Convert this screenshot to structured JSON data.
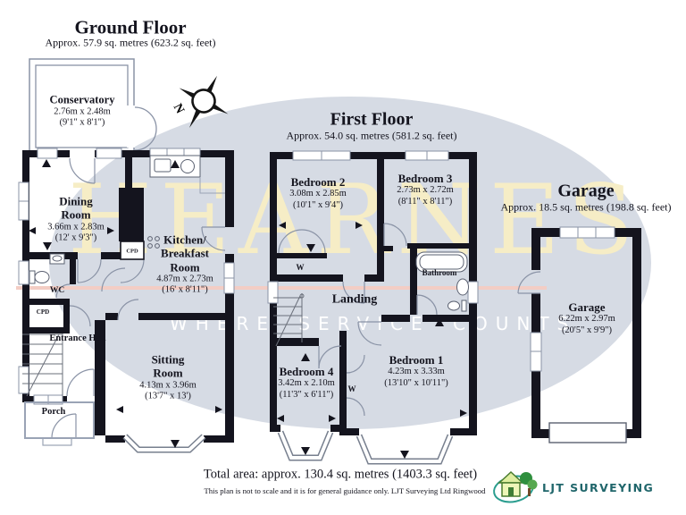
{
  "watermark": {
    "brand": "HEARNES",
    "tagline": "WHERE SERVICE COUNTS",
    "brand_color": "#f6edc6",
    "ellipse_color": "#d6dbe4",
    "underline_color": "#f3cdc4"
  },
  "sections": {
    "ground": {
      "title": "Ground Floor",
      "subtitle": "Approx. 57.9 sq. metres (623.2 sq. feet)"
    },
    "first": {
      "title": "First Floor",
      "subtitle": "Approx. 54.0 sq. metres (581.2 sq. feet)"
    },
    "garage": {
      "title": "Garage",
      "subtitle": "Approx. 18.5 sq. metres (198.8 sq. feet)"
    }
  },
  "rooms": {
    "conservatory": {
      "name": "Conservatory",
      "metric": "2.76m x 2.48m",
      "imperial": "(9'1\" x 8'1\")"
    },
    "dining": {
      "name": "Dining Room",
      "metric": "3.66m x 2.83m",
      "imperial": "(12' x 9'3\")"
    },
    "kitchen": {
      "name": "Kitchen/ Breakfast Room",
      "metric": "4.87m x 2.73m",
      "imperial": "(16' x 8'11\")"
    },
    "sitting": {
      "name": "Sitting Room",
      "metric": "4.13m x 3.96m",
      "imperial": "(13'7\" x 13')"
    },
    "bedroom2": {
      "name": "Bedroom 2",
      "metric": "3.08m x 2.85m",
      "imperial": "(10'1\" x 9'4\")"
    },
    "bedroom3": {
      "name": "Bedroom 3",
      "metric": "2.73m x 2.72m",
      "imperial": "(8'11\" x 8'11\")"
    },
    "bedroom4": {
      "name": "Bedroom 4",
      "metric": "3.42m x 2.10m",
      "imperial": "(11'3\" x 6'11\")"
    },
    "bedroom1": {
      "name": "Bedroom 1",
      "metric": "4.23m x 3.33m",
      "imperial": "(13'10\" x 10'11\")"
    },
    "garage_room": {
      "name": "Garage",
      "metric": "6.22m x 2.97m",
      "imperial": "(20'5\" x 9'9\")"
    }
  },
  "labels": {
    "entrance_hall": "Entrance Hall",
    "porch": "Porch",
    "wc": "WC",
    "cpd": "CPD",
    "landing": "Landing",
    "bathroom": "Bathroom",
    "wardrobe": "W"
  },
  "compass": {
    "north": "N"
  },
  "footer": {
    "total": "Total area: approx. 130.4 sq. metres (1403.3 sq. feet)",
    "disclaimer": "This plan is not to scale and it is for general guidance only. LJT Surveying Ltd Ringwood",
    "logo_text": "LJT Surveying",
    "logo_color": "#20666b"
  },
  "plan_colors": {
    "wall": "#14141e",
    "thin_line": "#8a93a6"
  }
}
